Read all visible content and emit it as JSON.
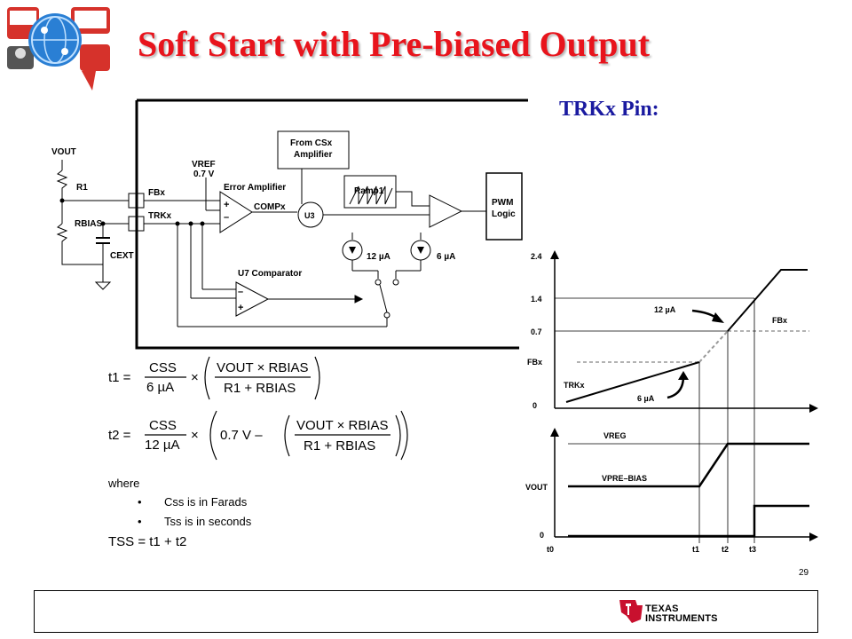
{
  "title": "Soft Start with Pre-biased Output",
  "subtitle": "TRKx Pin:",
  "page_number": "29",
  "brand": {
    "line1": "Texas",
    "line2": "Instruments",
    "color": "#c8102e"
  },
  "colors": {
    "title": "#e8141c",
    "subtitle": "#1a1aa0"
  },
  "schematic": {
    "vout": "VOUT",
    "r1": "R1",
    "rbias": "RBIAS",
    "cext": "CEXT",
    "fbx": "FBx",
    "trkx": "TRKx",
    "vref": "VREF",
    "vref_value": "0.7 V",
    "error_amp": "Error Amplifier",
    "compx": "COMPx",
    "u3": "U3",
    "from_csx_1": "From CSx",
    "from_csx_2": "Amplifier",
    "ramp": "Ramp1",
    "pwm_1": "PWM",
    "pwm_2": "Logic",
    "i12": "12 µA",
    "i6": "6 µA",
    "u7": "U7 Comparator",
    "plus": "+",
    "minus": "–"
  },
  "equations": {
    "t1": "t1 =",
    "t2": "t2 =",
    "css": "CSS",
    "six_ua": "6 µA",
    "twelve_ua": "12 µA",
    "times": "×",
    "vout_rbias": "VOUT × RBIAS",
    "r1_rbias": "R1 + RBIAS",
    "v07": "0.7 V –",
    "where": "where",
    "bullet1": "Css is in Farads",
    "bullet2": "Tss is in seconds",
    "tss": "TSS = t1 + t2"
  },
  "timing": {
    "top_ticks": [
      "2.4",
      "1.4",
      "0.7",
      "FBx",
      "0"
    ],
    "trkx_label": "TRKx",
    "fbx_label": "FBx",
    "i12_label": "12 µA",
    "i6_label": "6 µA",
    "vreg": "VREG",
    "vprebias": "VPRE–BIAS",
    "vout": "VOUT",
    "bottom_zero": "0",
    "time_ticks": [
      "t0",
      "t1",
      "t2",
      "t3"
    ]
  }
}
